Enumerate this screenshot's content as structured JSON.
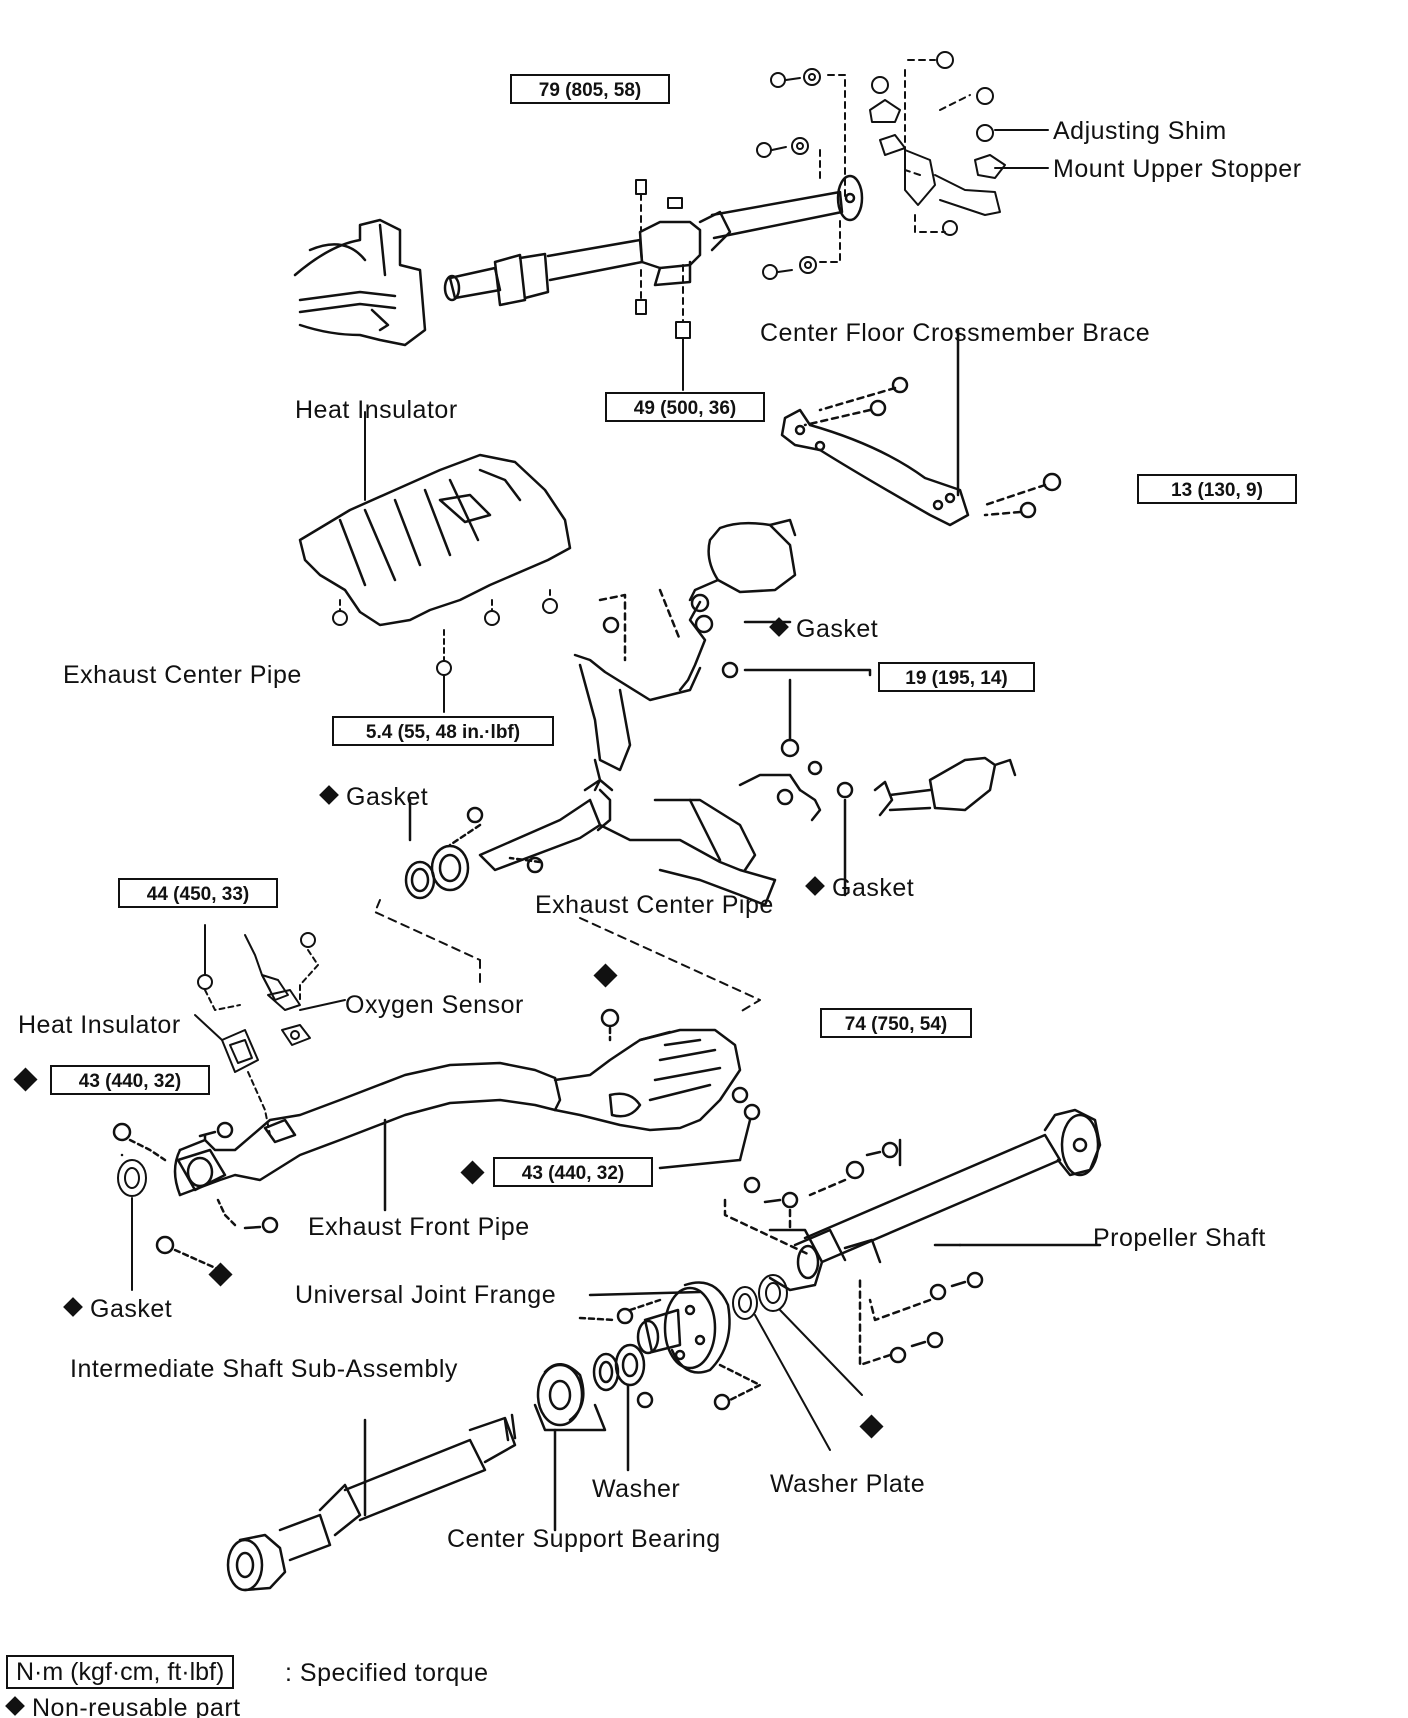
{
  "labels": {
    "adjusting_shim": "Adjusting Shim",
    "mount_upper_stopper": "Mount Upper Stopper",
    "center_floor_crossmember_brace": "Center Floor Crossmember Brace",
    "heat_insulator_top": "Heat Insulator",
    "exhaust_center_pipe_left": "Exhaust Center Pipe",
    "gasket_tail": "Gasket",
    "gasket_center_front": "Gasket",
    "gasket_center_rear": "Gasket",
    "exhaust_center_pipe_mid": "Exhaust Center Pipe",
    "oxygen_sensor": "Oxygen Sensor",
    "heat_insulator_front": "Heat Insulator",
    "exhaust_front_pipe": "Exhaust Front Pipe",
    "gasket_front": "Gasket",
    "propeller_shaft": "Propeller Shaft",
    "universal_joint_frange": "Universal Joint Frange",
    "intermediate_shaft_sub_assembly": "Intermediate Shaft Sub-Assembly",
    "washer": "Washer",
    "washer_plate": "Washer Plate",
    "center_support_bearing": "Center Support Bearing"
  },
  "torques": {
    "t79": "79 (805, 58)",
    "t49": "49 (500, 36)",
    "t13": "13 (130, 9)",
    "t19": "19 (195, 14)",
    "t54": "5.4 (55, 48 in.·lbf)",
    "t44": "44 (450, 33)",
    "t74": "74 (750, 54)",
    "t43a": "43 (440, 32)",
    "t43b": "43 (440, 32)"
  },
  "legend": {
    "torque_box": "N·m (kgf·cm, ft·lbf)",
    "torque_desc": ": Specified torque",
    "nonreusable_desc": "Non-reusable part"
  },
  "colors": {
    "ink": "#111111",
    "paper": "#ffffff"
  },
  "icons": [
    "nonreusable-diamond-icon",
    "bolt-icon",
    "nut-icon"
  ]
}
